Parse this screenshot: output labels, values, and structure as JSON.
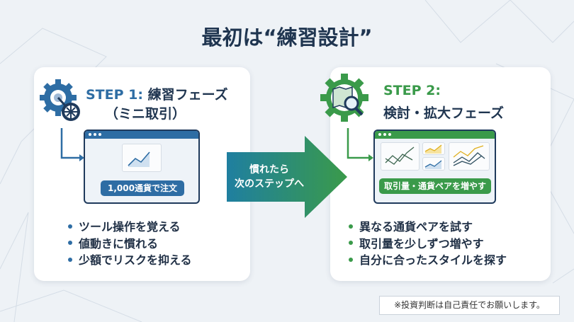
{
  "title": "最初は“練習設計”",
  "step1": {
    "label": "STEP 1:",
    "phase": "練習フェーズ",
    "sub": "（ミニ取引）",
    "button": "1,000通貨で注文",
    "bullets": [
      "ツール操作を覚える",
      "値動きに慣れる",
      "少額でリスクを抑える"
    ],
    "icon": "gear-wheel-icon",
    "color": "#2e6da4"
  },
  "arrow": {
    "line1": "慣れたら",
    "line2": "次のステップへ"
  },
  "step2": {
    "label": "STEP 2:",
    "phase": "検討・拡大フェーズ",
    "button": "取引量・通貨ペアを増やす",
    "bullets": [
      "異なる通貨ペアを試す",
      "取引量を少しずつ増やす",
      "自分に合ったスタイルを探す"
    ],
    "icon": "gear-map-magnifier-icon",
    "color": "#3a9a4a"
  },
  "footnote": "※投資判断は自己責任でお願いします。"
}
